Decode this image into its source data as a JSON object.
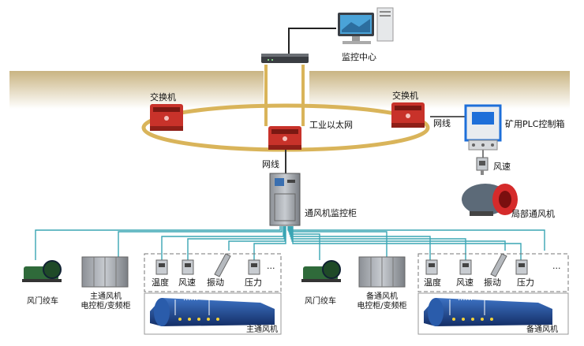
{
  "labels": {
    "monitor_center": "监控中心",
    "switch_left": "交换机",
    "switch_right": "交换机",
    "ethernet": "工业以太网",
    "network_cable_center": "网线",
    "network_cable_right": "网线",
    "plc_box": "矿用PLC控制箱",
    "wind_speed_right": "风速",
    "local_fan": "局部通风机",
    "control_cabinet": "通风机监控柜",
    "winch_left": "风门绞车",
    "main_fan_cabinet_line1": "主通风机",
    "main_fan_cabinet_line2": "电控柜/变频柜",
    "winch_right": "风门绞车",
    "backup_fan_cabinet_line1": "备通风机",
    "backup_fan_cabinet_line2": "电控柜/变频柜",
    "sensors_left": [
      "温度",
      "风速",
      "振动",
      "压力"
    ],
    "sensors_right": [
      "温度",
      "风速",
      "振动",
      "压力"
    ],
    "ellipsis": "···",
    "fan_dots": "······",
    "main_fan": "主通风机",
    "backup_fan": "备通风机"
  },
  "colors": {
    "ring": "#d9b45a",
    "ground": "#cdb98f",
    "cable": "#3aa5b4",
    "switch_red": "#c8322a",
    "fan_blue": "#1f4f9a"
  }
}
